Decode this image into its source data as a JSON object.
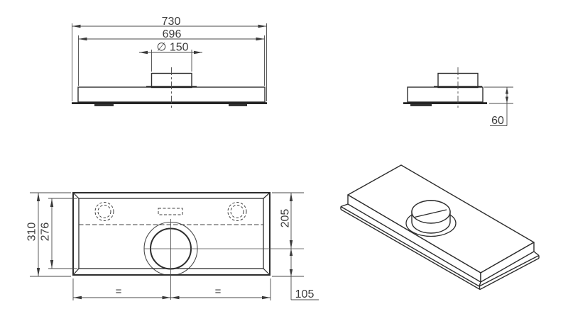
{
  "drawing": {
    "front_view": {
      "dim_overall_width": "730",
      "dim_body_width": "696",
      "dim_duct_diameter": "∅ 150"
    },
    "side_view": {
      "dim_body_height": "60"
    },
    "bottom_view": {
      "dim_overall_depth": "310",
      "dim_inner_depth": "276",
      "dim_duct_center_to_front": "205",
      "dim_duct_center_to_back": "105",
      "equal_spacing_left": "=",
      "equal_spacing_right": "="
    },
    "colors": {
      "edge": "#2d2d2d",
      "dimension_line": "#4a4a4a",
      "text": "#3c3c3c",
      "background": "#ffffff"
    }
  }
}
